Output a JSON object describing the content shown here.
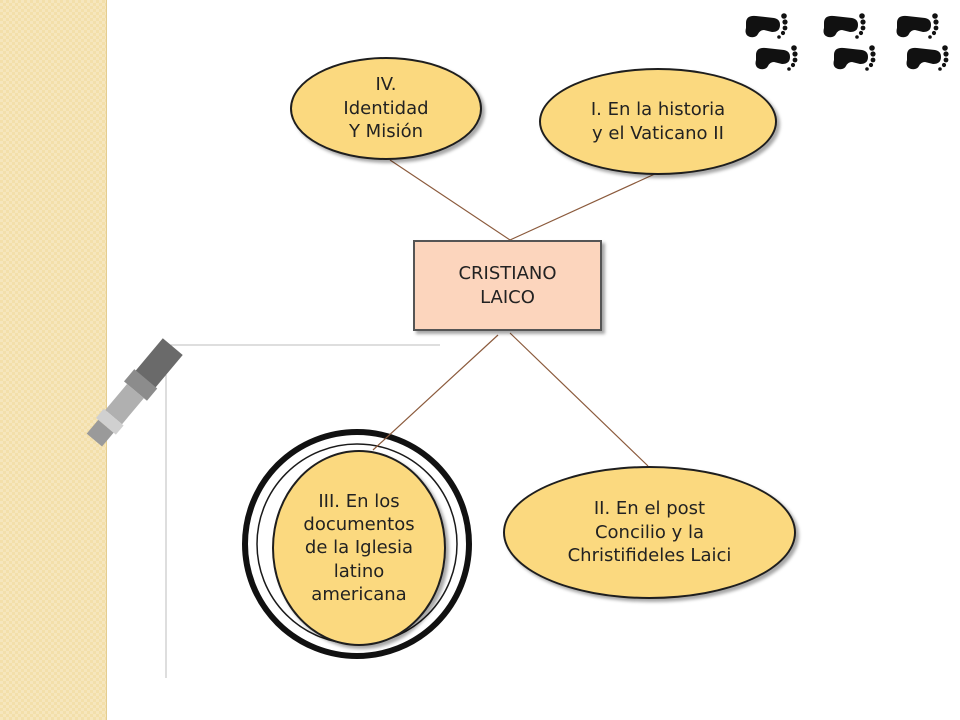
{
  "colors": {
    "side_band": "#f3dfaa",
    "ellipse_fill": "#fbd97f",
    "center_fill": "#fcd5bd",
    "connector": "#8b5a3c"
  },
  "icons": [
    "footprints-icon",
    "footprints-icon",
    "footprints-icon"
  ],
  "decor": [
    "magnifying-glass-icon"
  ],
  "center": {
    "lines": [
      "CRISTIANO",
      "LAICO"
    ]
  },
  "nodes": {
    "identidad": {
      "lines": [
        "IV.",
        "Identidad",
        "Y Misión"
      ]
    },
    "historia": {
      "lines": [
        "I. En la historia",
        "y el Vaticano II"
      ]
    },
    "post_concilio": {
      "lines": [
        "II. En el post",
        "Concilio y la",
        "Christifideles Laici"
      ]
    },
    "documentos": {
      "lines": [
        "III. En los",
        "documentos",
        "de la Iglesia",
        "latino",
        "americana"
      ]
    }
  }
}
